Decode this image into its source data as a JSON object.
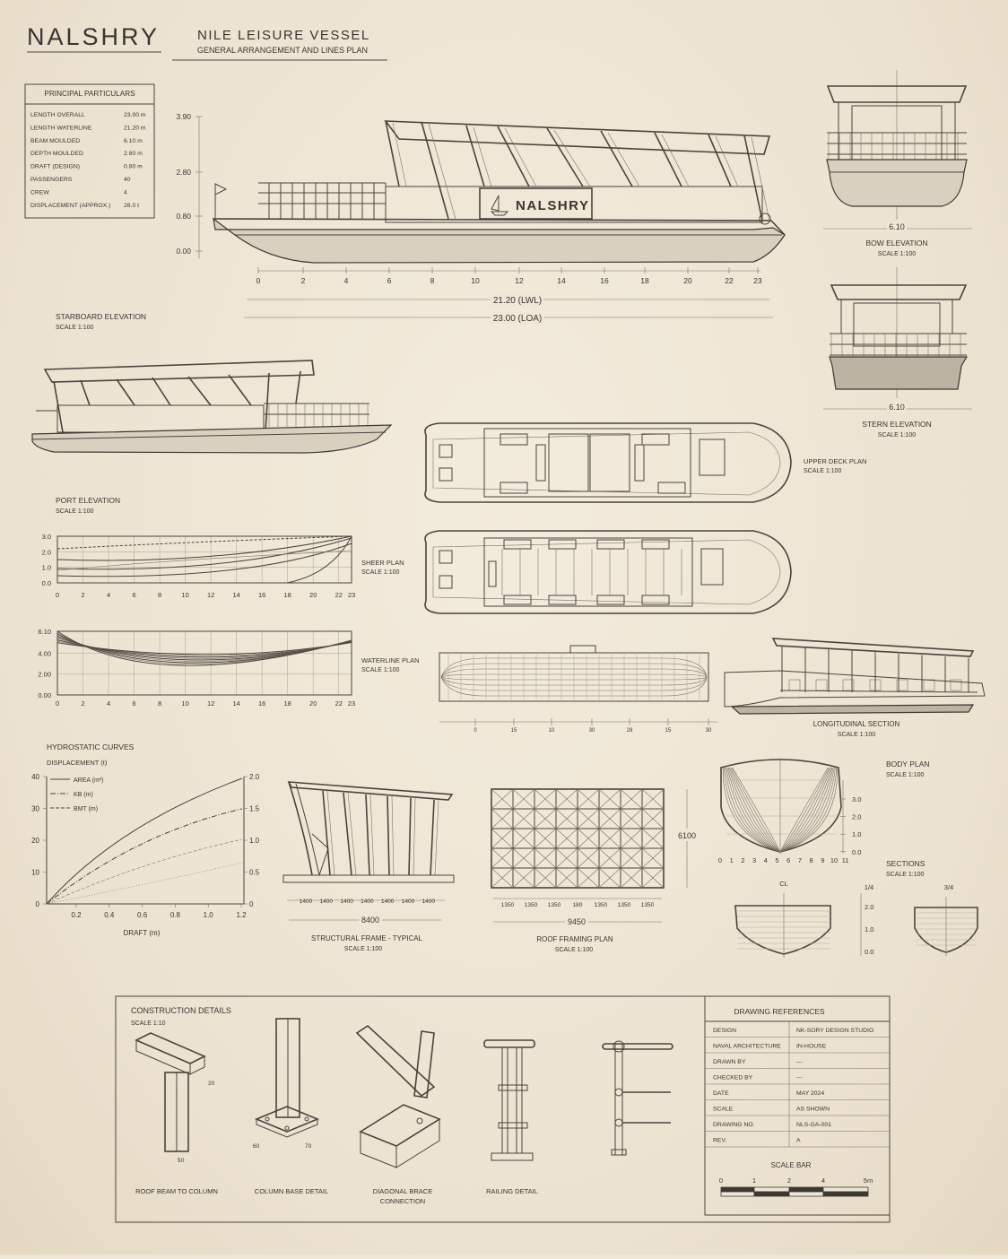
{
  "header": {
    "brand": "NALSHRY",
    "title": "NILE LEISURE VESSEL",
    "subtitle": "GENERAL ARRANGEMENT AND LINES PLAN"
  },
  "particulars": {
    "title": "PRINCIPAL PARTICULARS",
    "rows": [
      {
        "label": "LENGTH OVERALL",
        "value": "23.00 m"
      },
      {
        "label": "LENGTH WATERLINE",
        "value": "21.20 m"
      },
      {
        "label": "BEAM MOULDED",
        "value": "6.10 m"
      },
      {
        "label": "DEPTH MOULDED",
        "value": "2.80 m"
      },
      {
        "label": "DRAFT (DESIGN)",
        "value": "0.80 m"
      },
      {
        "label": "PASSENGERS",
        "value": "40"
      },
      {
        "label": "CREW",
        "value": "4"
      },
      {
        "label": "DISPLACEMENT (APPROX.)",
        "value": "28.0 t"
      }
    ]
  },
  "starboard": {
    "title": "STARBOARD ELEVATION",
    "scale": "SCALE 1:100",
    "hull_name": "NALSHRY",
    "heights": [
      "3.90",
      "2.80",
      "0.80",
      "0.00"
    ],
    "stations": [
      "0",
      "2",
      "4",
      "6",
      "8",
      "10",
      "12",
      "14",
      "16",
      "18",
      "20",
      "22",
      "23"
    ],
    "lwl": "21.20 (LWL)",
    "loa": "23.00 (LOA)"
  },
  "bow": {
    "title": "BOW ELEVATION",
    "scale": "SCALE 1:100",
    "beam": "6.10"
  },
  "stern": {
    "title": "STERN ELEVATION",
    "scale": "SCALE 1:100",
    "beam": "6.10"
  },
  "port": {
    "title": "PORT ELEVATION",
    "scale": "SCALE 1:100"
  },
  "upper_deck": {
    "title": "UPPER DECK PLAN",
    "scale": "SCALE 1:100"
  },
  "sheer": {
    "title": "SHEER PLAN",
    "scale": "SCALE 1:100",
    "y_ticks": [
      "3.0",
      "2.0",
      "1.0",
      "0.0"
    ],
    "x_ticks": [
      "0",
      "2",
      "4",
      "6",
      "8",
      "10",
      "12",
      "14",
      "16",
      "18",
      "20",
      "22",
      "23"
    ]
  },
  "waterline": {
    "title": "WATERLINE PLAN",
    "scale": "SCALE 1:100",
    "y_ticks": [
      "6.10",
      "4.00",
      "2.00",
      "0.00"
    ],
    "x_ticks": [
      "0",
      "2",
      "4",
      "6",
      "8",
      "10",
      "12",
      "14",
      "16",
      "18",
      "20",
      "22",
      "23"
    ]
  },
  "longitudinal": {
    "title": "LONGITUDINAL SECTION",
    "scale": "SCALE 1:100",
    "ticks": [
      "0",
      "15",
      "10",
      "30",
      "28",
      "15",
      "30"
    ]
  },
  "hydrostatic": {
    "title": "HYDROSTATIC CURVES",
    "ylabel": "DISPLACEMENT (t)",
    "xlabel": "DRAFT (m)",
    "y_left": [
      "40",
      "30",
      "20",
      "10",
      "0"
    ],
    "y_right": [
      "2.0",
      "1.5",
      "1.0",
      "0.5",
      "0"
    ],
    "x_ticks": [
      "0.2",
      "0.4",
      "0.6",
      "0.8",
      "1.0",
      "1.2"
    ],
    "legend": [
      "AREA (m²)",
      "KB (m)",
      "BMT (m)"
    ]
  },
  "structural_frame": {
    "title": "STRUCTURAL FRAME - TYPICAL",
    "scale": "SCALE 1:100",
    "spacing": [
      "1400",
      "1400",
      "1400",
      "1400",
      "1400",
      "1400",
      "1400"
    ],
    "total": "8400"
  },
  "roof_framing": {
    "title": "ROOF FRAMING PLAN",
    "scale": "SCALE 1:100",
    "spacing": [
      "1350",
      "1350",
      "1350",
      "180",
      "1350",
      "1350",
      "1350"
    ],
    "total": "9450",
    "height": "6100"
  },
  "body_plan": {
    "title": "BODY PLAN",
    "scale": "SCALE 1:100",
    "y_ticks": [
      "3.0",
      "2.0",
      "1.0",
      "0.0"
    ],
    "x_ticks": [
      "0",
      "1",
      "2",
      "3",
      "4",
      "5",
      "6",
      "7",
      "8",
      "9",
      "10",
      "11"
    ]
  },
  "sections": {
    "title": "SECTIONS",
    "scale": "SCALE 1:100",
    "cl": "CL",
    "q1": "1/4",
    "q3": "3/4",
    "y_ticks": [
      "2.0",
      "1.0",
      "0.0"
    ]
  },
  "construction": {
    "title": "CONSTRUCTION DETAILS",
    "scale": "SCALE 1:10",
    "details": [
      "ROOF BEAM TO COLUMN",
      "COLUMN BASE DETAIL",
      "DIAGONAL BRACE\nCONNECTION",
      "RAILING DETAIL"
    ],
    "dims": {
      "d20": "20",
      "d50": "50",
      "d60": "60",
      "d70": "70"
    }
  },
  "references": {
    "title": "DRAWING REFERENCES",
    "rows": [
      {
        "label": "DESIGN",
        "value": "NK-SORY DESIGN STUDIO"
      },
      {
        "label": "NAVAL ARCHITECTURE",
        "value": "IN-HOUSE"
      },
      {
        "label": "DRAWN BY",
        "value": "---"
      },
      {
        "label": "CHECKED BY",
        "value": "---"
      },
      {
        "label": "DATE",
        "value": "MAY 2024"
      },
      {
        "label": "SCALE",
        "value": "AS SHOWN"
      },
      {
        "label": "DRAWING NO.",
        "value": "NLS-GA-001"
      },
      {
        "label": "REV.",
        "value": "A"
      }
    ],
    "scale_bar": {
      "title": "SCALE BAR",
      "ticks": [
        "0",
        "1",
        "2",
        "4",
        "5m"
      ]
    }
  }
}
